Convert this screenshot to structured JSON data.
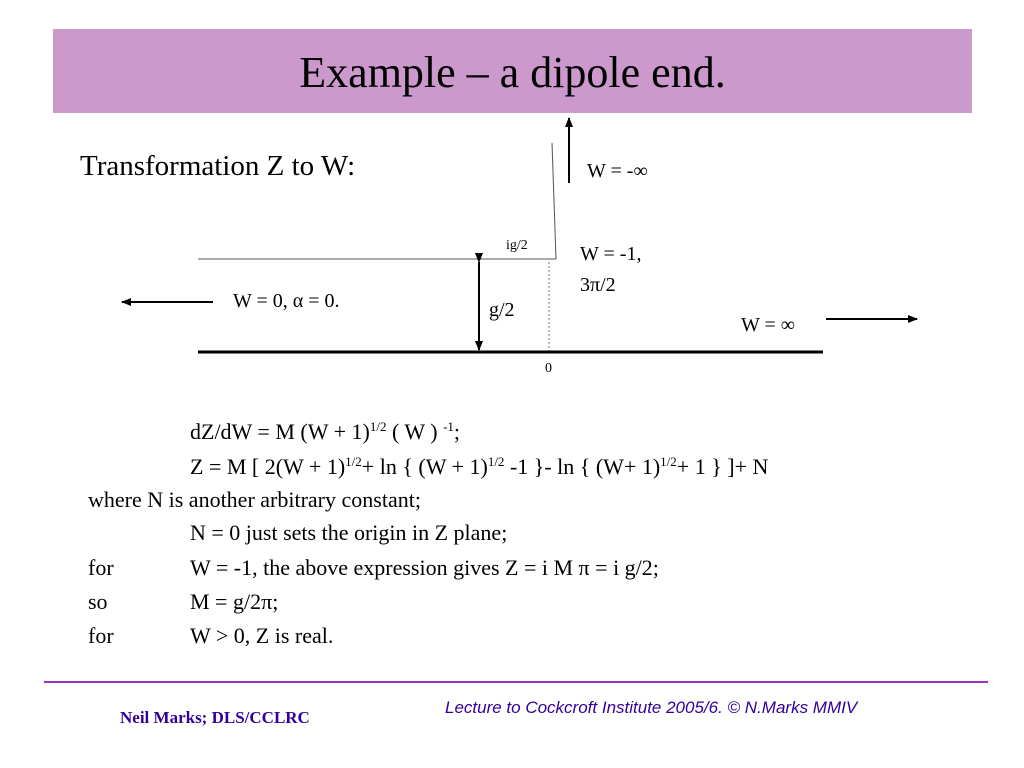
{
  "slide": {
    "title": "Example – a dipole end.",
    "subtitle": "Transformation Z to W:"
  },
  "diagram": {
    "label_w_minus_inf": "W = -∞",
    "label_ig2": "ig/2",
    "label_w_minus1": "W = -1,",
    "label_3pi2": "3π/2",
    "label_w0": "W = 0, α = 0.",
    "label_g2": "g/2",
    "label_w_inf": "W = ∞",
    "label_origin": "0"
  },
  "equations": {
    "line1": {
      "a": "dZ/dW = M (W + 1)",
      "sup1": "1/2",
      "b": " ( W ) ",
      "sup2": "-1",
      "c": ";"
    },
    "line2": {
      "a": "Z = M [ 2(W + 1)",
      "sup1": "1/2",
      "b": "+ ln { (W + 1)",
      "sup2": "1/2",
      "c": " -1 }- ln { (W+ 1)",
      "sup3": "1/2",
      "d": "+ 1 } ]+ N"
    },
    "line3": "where N is another arbitrary constant;",
    "line4": "N = 0  just  sets  the  origin  in  Z  plane;",
    "line5": {
      "lead": "for",
      "text": "W = -1,   the above expression gives Z =  i M π = i g/2;"
    },
    "line6": {
      "lead": "so",
      "text": "M = g/2π;"
    },
    "line7": {
      "lead": "for",
      "text": "W > 0, Z is real."
    }
  },
  "footer": {
    "left": "Neil Marks; DLS/CCLRC",
    "right": "Lecture to Cockcroft Institute 2005/6.  © N.Marks MMIV"
  }
}
